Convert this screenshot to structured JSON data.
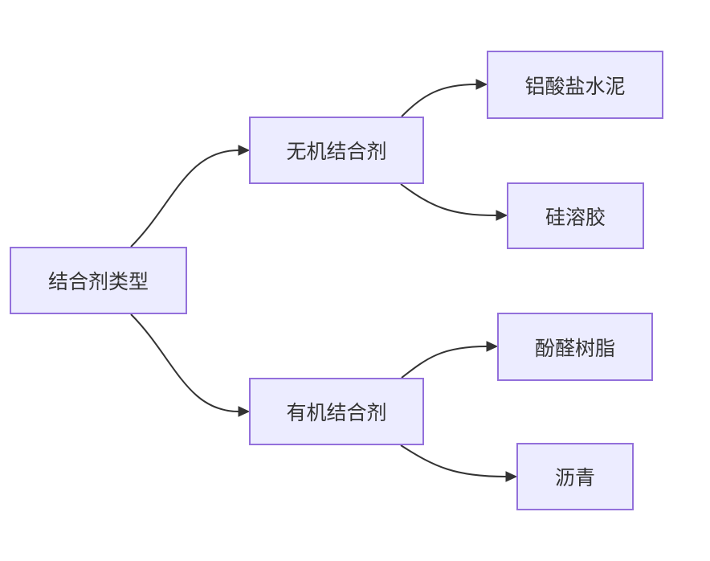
{
  "nodes": {
    "root": {
      "label": "结合剂类型"
    },
    "inorganic": {
      "label": "无机结合剂"
    },
    "organic": {
      "label": "有机结合剂"
    },
    "aluminate": {
      "label": "铝酸盐水泥"
    },
    "silica": {
      "label": "硅溶胶"
    },
    "phenolic": {
      "label": "酚醛树脂"
    },
    "asphalt": {
      "label": "沥青"
    }
  },
  "edges": [
    {
      "from": "结合剂类型",
      "to": "无机结合剂"
    },
    {
      "from": "结合剂类型",
      "to": "有机结合剂"
    },
    {
      "from": "无机结合剂",
      "to": "铝酸盐水泥"
    },
    {
      "from": "无机结合剂",
      "to": "硅溶胶"
    },
    {
      "from": "有机结合剂",
      "to": "酚醛树脂"
    },
    {
      "from": "有机结合剂",
      "to": "沥青"
    }
  ],
  "diagram": {
    "type": "flowchart",
    "direction": "left-to-right"
  },
  "colors": {
    "node_fill": "#ECECFF",
    "node_border": "#9370DB",
    "edge": "#333333",
    "text": "#333333",
    "background": "#FFFFFF"
  }
}
